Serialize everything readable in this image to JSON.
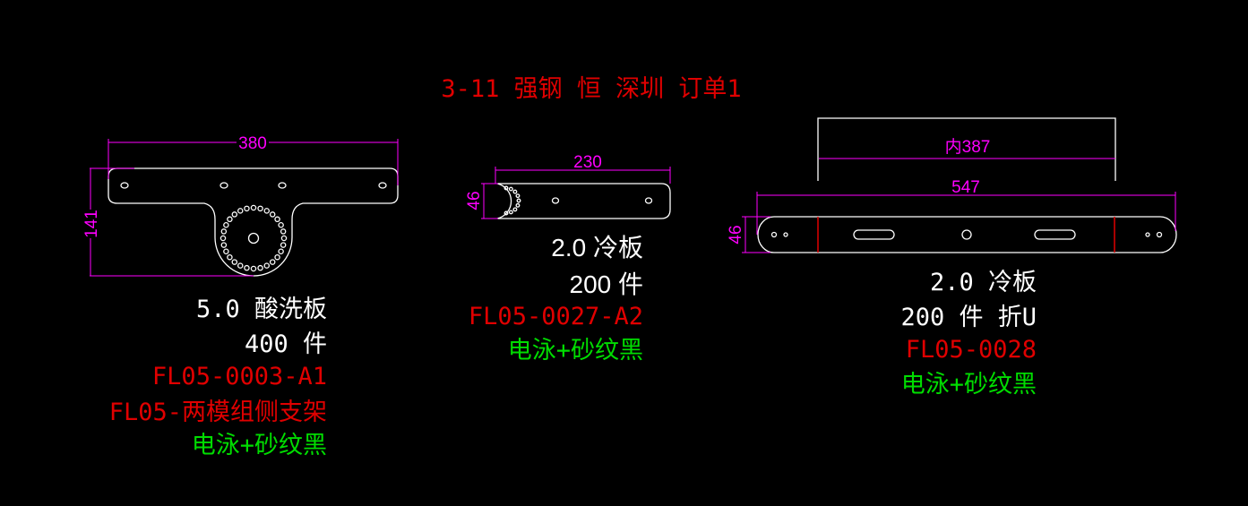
{
  "title": "3-11 强钢 恒 深圳 订单1",
  "colors": {
    "background": "#000000",
    "dimension": "#ff00ff",
    "material": "#ffffff",
    "part_no": "#e00000",
    "finish": "#00dd00"
  },
  "parts": [
    {
      "dims": {
        "width": "380",
        "height": "141"
      },
      "material": "5.0 酸洗板",
      "quantity": "400 件",
      "part_no": "FL05-0003-A1",
      "part_name": "FL05-两模组侧支架",
      "finish": "电泳+砂纹黑"
    },
    {
      "dims": {
        "width": "230",
        "height": "46"
      },
      "material": "2.0 冷板",
      "quantity": "200 件",
      "part_no": "FL05-0027-A2",
      "finish": "电泳+砂纹黑"
    },
    {
      "dims": {
        "inner": "内387",
        "width": "547",
        "height": "46"
      },
      "material": "2.0 冷板",
      "quantity": "200 件 折U",
      "part_no": "FL05-0028",
      "finish": "电泳+砂纹黑"
    }
  ]
}
